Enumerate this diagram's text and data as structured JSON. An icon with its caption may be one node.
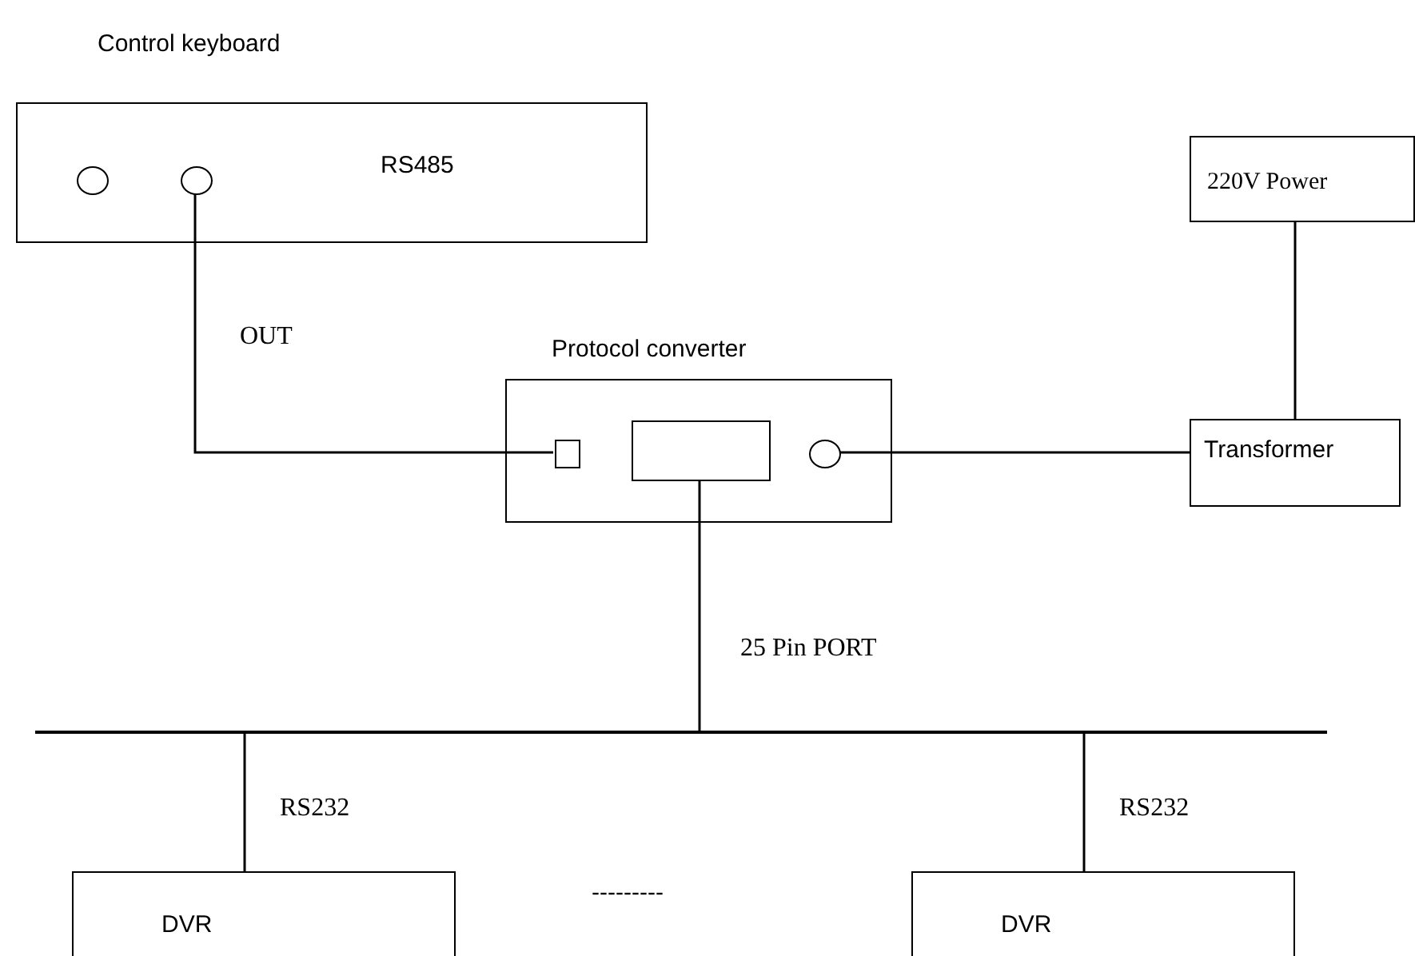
{
  "diagram": {
    "nodes": [
      {
        "text": [
          "Control keyboard",
          "RS485"
        ]
      },
      {
        "text": [],
        "shape": "circle",
        "in": 0
      },
      {
        "text": [],
        "shape": "circle",
        "in": 0
      },
      {
        "text": [
          "220V Power"
        ]
      },
      {
        "text": [
          "Protocol converter"
        ]
      },
      {
        "text": [],
        "shape": "box",
        "in": 4
      },
      {
        "text": [],
        "shape": "box",
        "in": 4
      },
      {
        "text": [],
        "shape": "circle",
        "in": 4
      },
      {
        "text": [
          "Transformer"
        ]
      },
      {
        "text": [],
        "shape": "bar"
      },
      {
        "text": [
          "DVR"
        ]
      },
      {
        "text": [
          "DVR"
        ]
      }
    ],
    "edges": [
      {
        "from": 2,
        "to": 5,
        "arrow": "none",
        "label": "OUT"
      },
      {
        "from": 7,
        "to": 8,
        "arrow": "none"
      },
      {
        "from": 3,
        "to": 8,
        "arrow": "none"
      },
      {
        "from": 6,
        "to": 9,
        "arrow": "none",
        "label": "25 Pin PORT"
      },
      {
        "from": 9,
        "to": 10,
        "arrow": "none",
        "label": "RS232"
      },
      {
        "from": 9,
        "to": 11,
        "arrow": "none",
        "label": "RS232"
      }
    ],
    "labels": [
      "---------"
    ]
  }
}
